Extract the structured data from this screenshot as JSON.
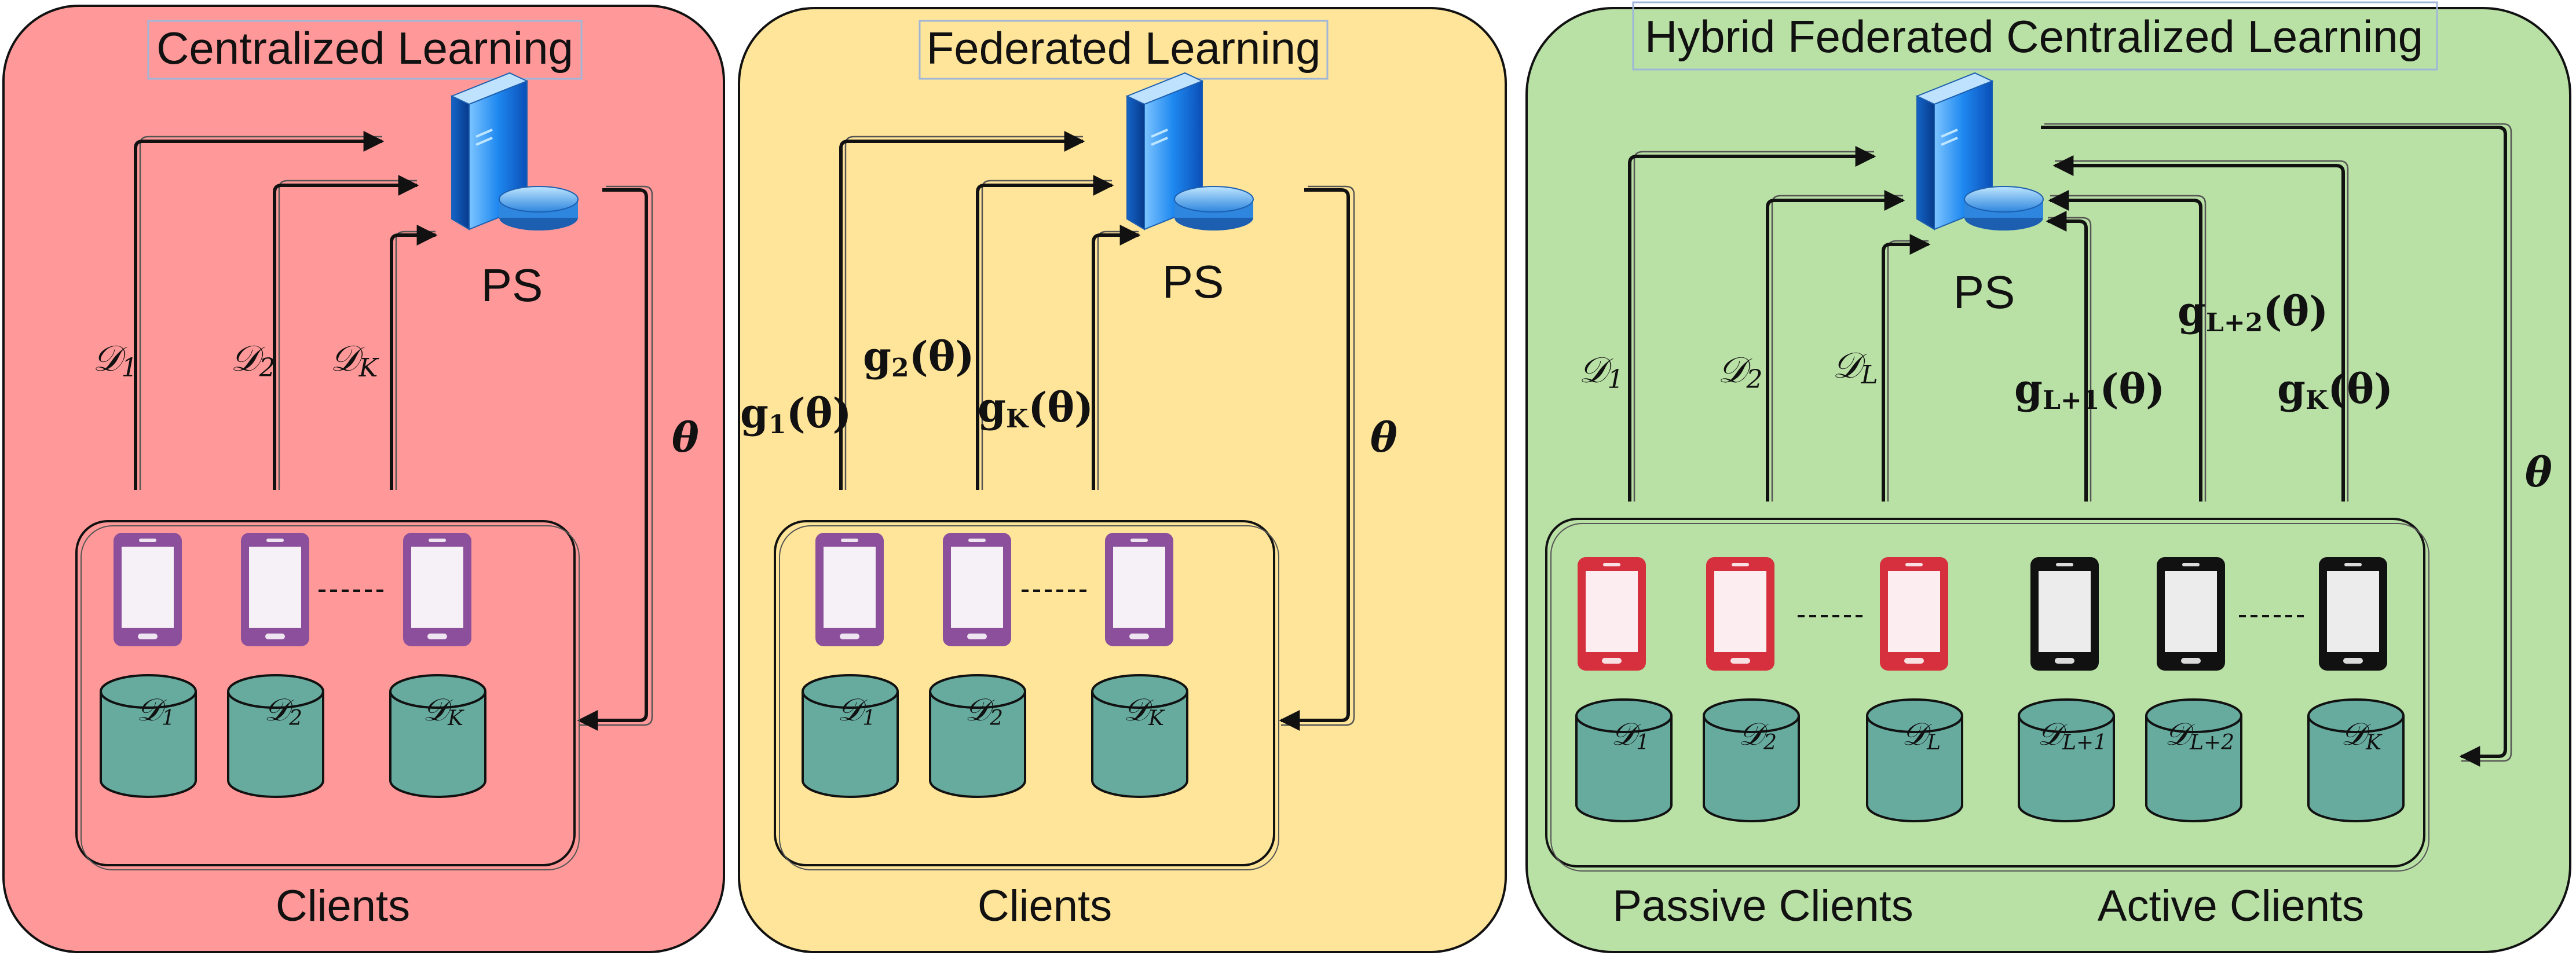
{
  "colors": {
    "panel_centralized": "#FF9999",
    "panel_federated": "#FFE599",
    "panel_hybrid": "#B9E0A5",
    "phone_purple": "#8C4F9C",
    "phone_red": "#D6303E",
    "phone_black": "#111111",
    "cylinder": "#67AB9F",
    "server_blue": "#1E74D6"
  },
  "panels": [
    {
      "title": "Centralized Learning",
      "server_label": "PS",
      "uplinks": [
        {
          "symbol": "𝒟",
          "sub": "1"
        },
        {
          "symbol": "𝒟",
          "sub": "2"
        },
        {
          "symbol": "𝒟",
          "sub": "K"
        }
      ],
      "downlink": "θ",
      "cylinders": [
        {
          "symbol": "𝒟",
          "sub": "1"
        },
        {
          "symbol": "𝒟",
          "sub": "2"
        },
        {
          "symbol": "𝒟",
          "sub": "K"
        }
      ],
      "clients_label": "Clients"
    },
    {
      "title": "Federated Learning",
      "server_label": "PS",
      "uplinks": [
        {
          "symbol": "g",
          "sub": "1",
          "arg": "(θ)"
        },
        {
          "symbol": "g",
          "sub": "2",
          "arg": "(θ)"
        },
        {
          "symbol": "g",
          "sub": "K",
          "arg": "(θ)"
        }
      ],
      "downlink": "θ",
      "cylinders": [
        {
          "symbol": "𝒟",
          "sub": "1"
        },
        {
          "symbol": "𝒟",
          "sub": "2"
        },
        {
          "symbol": "𝒟",
          "sub": "K"
        }
      ],
      "clients_label": "Clients"
    },
    {
      "title": "Hybrid Federated Centralized Learning",
      "server_label": "PS",
      "uplinks": [
        {
          "symbol": "𝒟",
          "sub": "1"
        },
        {
          "symbol": "𝒟",
          "sub": "2"
        },
        {
          "symbol": "𝒟",
          "sub": "L"
        },
        {
          "symbol": "g",
          "sub": "L+1",
          "arg": "(θ)"
        },
        {
          "symbol": "g",
          "sub": "L+2",
          "arg": "(θ)"
        },
        {
          "symbol": "g",
          "sub": "K",
          "arg": "(θ)"
        }
      ],
      "downlink": "θ",
      "cylinders": [
        {
          "symbol": "𝒟",
          "sub": "1"
        },
        {
          "symbol": "𝒟",
          "sub": "2"
        },
        {
          "symbol": "𝒟",
          "sub": "L"
        },
        {
          "symbol": "𝒟",
          "sub": "L+1"
        },
        {
          "symbol": "𝒟",
          "sub": "L+2"
        },
        {
          "symbol": "𝒟",
          "sub": "K"
        }
      ],
      "passive_label": "Passive Clients",
      "active_label": "Active Clients"
    }
  ]
}
